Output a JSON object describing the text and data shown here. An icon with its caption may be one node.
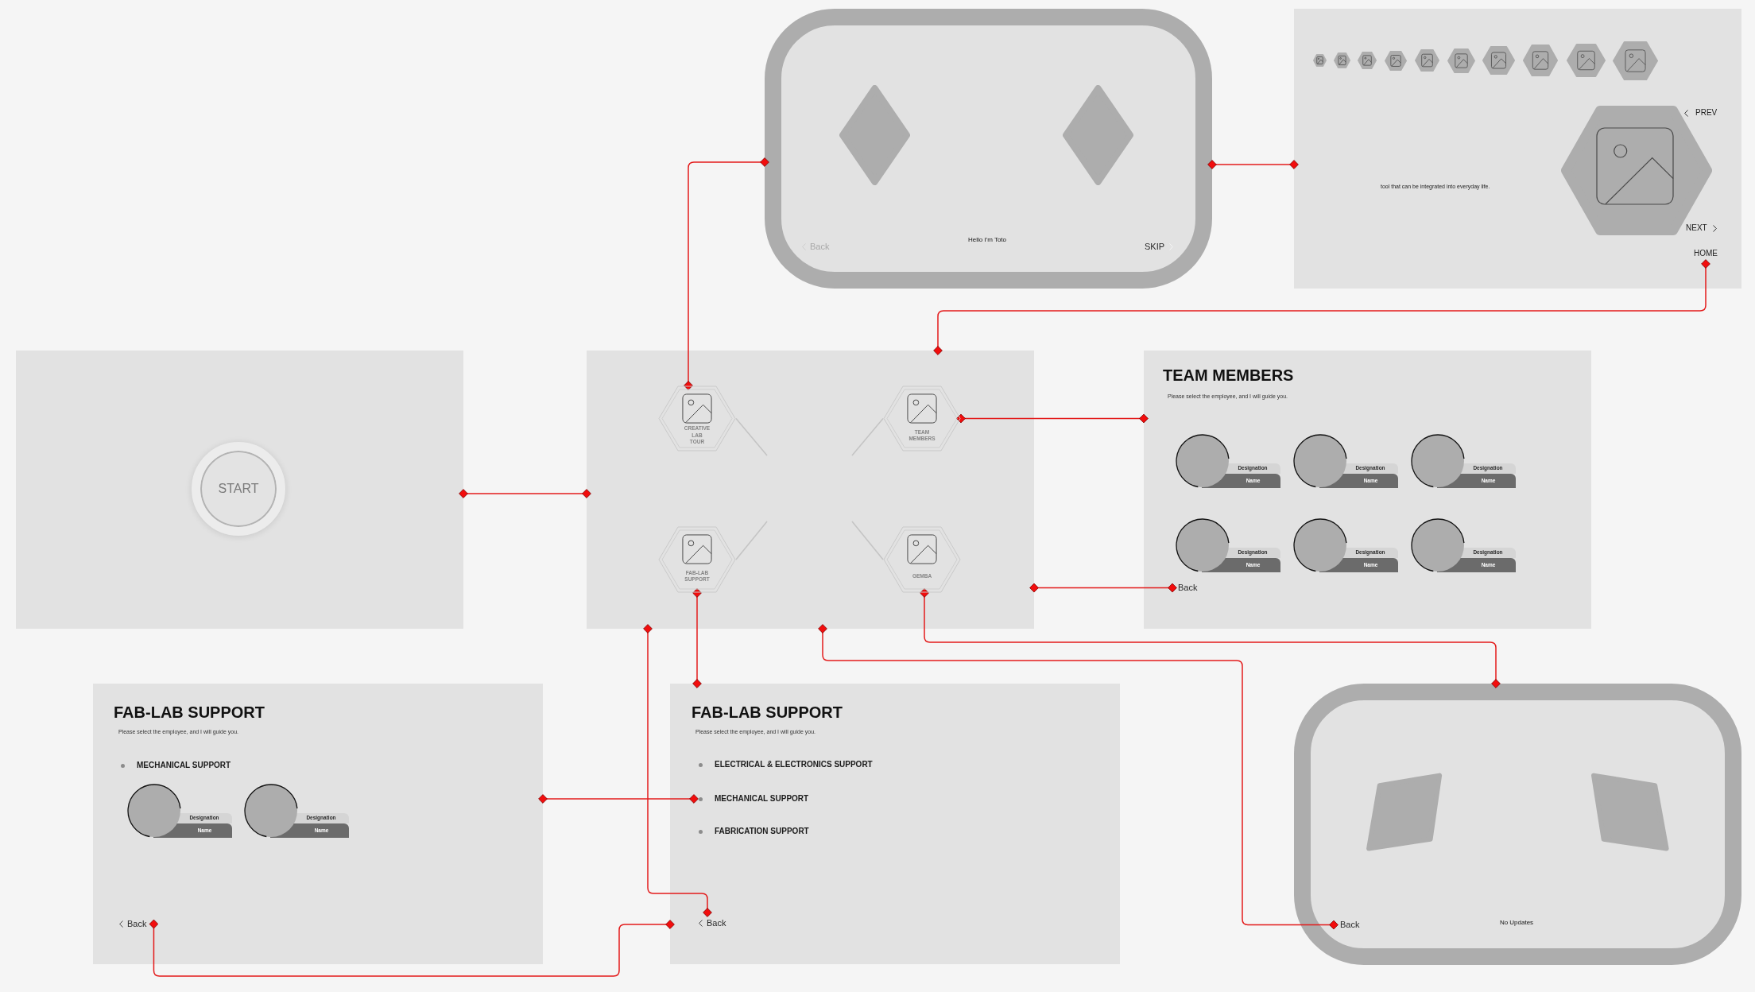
{
  "diagram": {
    "nodes": [
      {
        "text": [
          "Hello I'm Toto",
          "Back",
          "SKIP"
        ]
      },
      {
        "text": [
          "PREV",
          "tool that can be integrated into everyday life.",
          "NEXT"
        ]
      },
      {
        "text": [
          "HOME"
        ],
        "in": 1
      },
      {
        "text": [],
        "shape": "box"
      },
      {
        "text": [
          "START"
        ],
        "in": 3
      },
      {
        "text": [],
        "shape": "box"
      },
      {
        "text": [
          "CREATIVE LAB TOUR"
        ],
        "in": 5
      },
      {
        "text": [
          "TEAM MEMBERS"
        ],
        "in": 5
      },
      {
        "text": [
          "FAB-LAB SUPPORT"
        ],
        "in": 5
      },
      {
        "text": [
          "GEMBA"
        ],
        "in": 5
      },
      {
        "text": [
          "TEAM MEMBERS",
          "Please select the employee, and I will guide you.",
          "Designation",
          "Name",
          "Designation",
          "Name",
          "Designation",
          "Name",
          "Designation",
          "Name",
          "Designation",
          "Name",
          "Designation",
          "Name"
        ]
      },
      {
        "text": [
          "Back"
        ],
        "in": 10
      },
      {
        "text": [
          "FAB-LAB SUPPORT",
          "Please select the employee, and I will guide you.",
          "MECHANICAL SUPPORT",
          "Designation",
          "Name",
          "Designation",
          "Name"
        ]
      },
      {
        "text": [
          "Back"
        ],
        "in": 12
      },
      {
        "text": [
          "FAB-LAB SUPPORT",
          "Please select the employee, and I will guide you.",
          "ELECTRICAL & ELECTRONICS SUPPORT",
          "FABRICATION SUPPORT"
        ]
      },
      {
        "text": [
          "MECHANICAL SUPPORT"
        ],
        "in": 14
      },
      {
        "text": [
          "Back"
        ],
        "in": 14
      },
      {
        "text": [
          "No Updates"
        ]
      },
      {
        "text": [
          "Back"
        ],
        "in": 17
      }
    ],
    "edges": [
      {
        "from": 3,
        "to": 5,
        "arrow": "other"
      },
      {
        "from": 6,
        "to": 0,
        "arrow": "other"
      },
      {
        "from": 0,
        "to": 1,
        "arrow": "other"
      },
      {
        "from": 2,
        "to": 5,
        "arrow": "other"
      },
      {
        "from": 7,
        "to": 10,
        "arrow": "other"
      },
      {
        "from": 11,
        "to": 5,
        "arrow": "other"
      },
      {
        "from": 8,
        "to": 14,
        "arrow": "other"
      },
      {
        "from": 15,
        "to": 12,
        "arrow": "other"
      },
      {
        "from": 13,
        "to": 14,
        "arrow": "other"
      },
      {
        "from": 16,
        "to": 5,
        "arrow": "other"
      },
      {
        "from": 9,
        "to": 17,
        "arrow": "other"
      },
      {
        "from": 18,
        "to": 5,
        "arrow": "other"
      },
      {
        "from": null,
        "to": 6,
        "arrow": "none",
        "color": "#c4c4c4"
      },
      {
        "from": null,
        "to": 7,
        "arrow": "none",
        "color": "#c4c4c4"
      },
      {
        "from": null,
        "to": 8,
        "arrow": "none",
        "color": "#c4c4c4"
      },
      {
        "from": null,
        "to": 9,
        "arrow": "none",
        "color": "#c4c4c4"
      }
    ]
  }
}
